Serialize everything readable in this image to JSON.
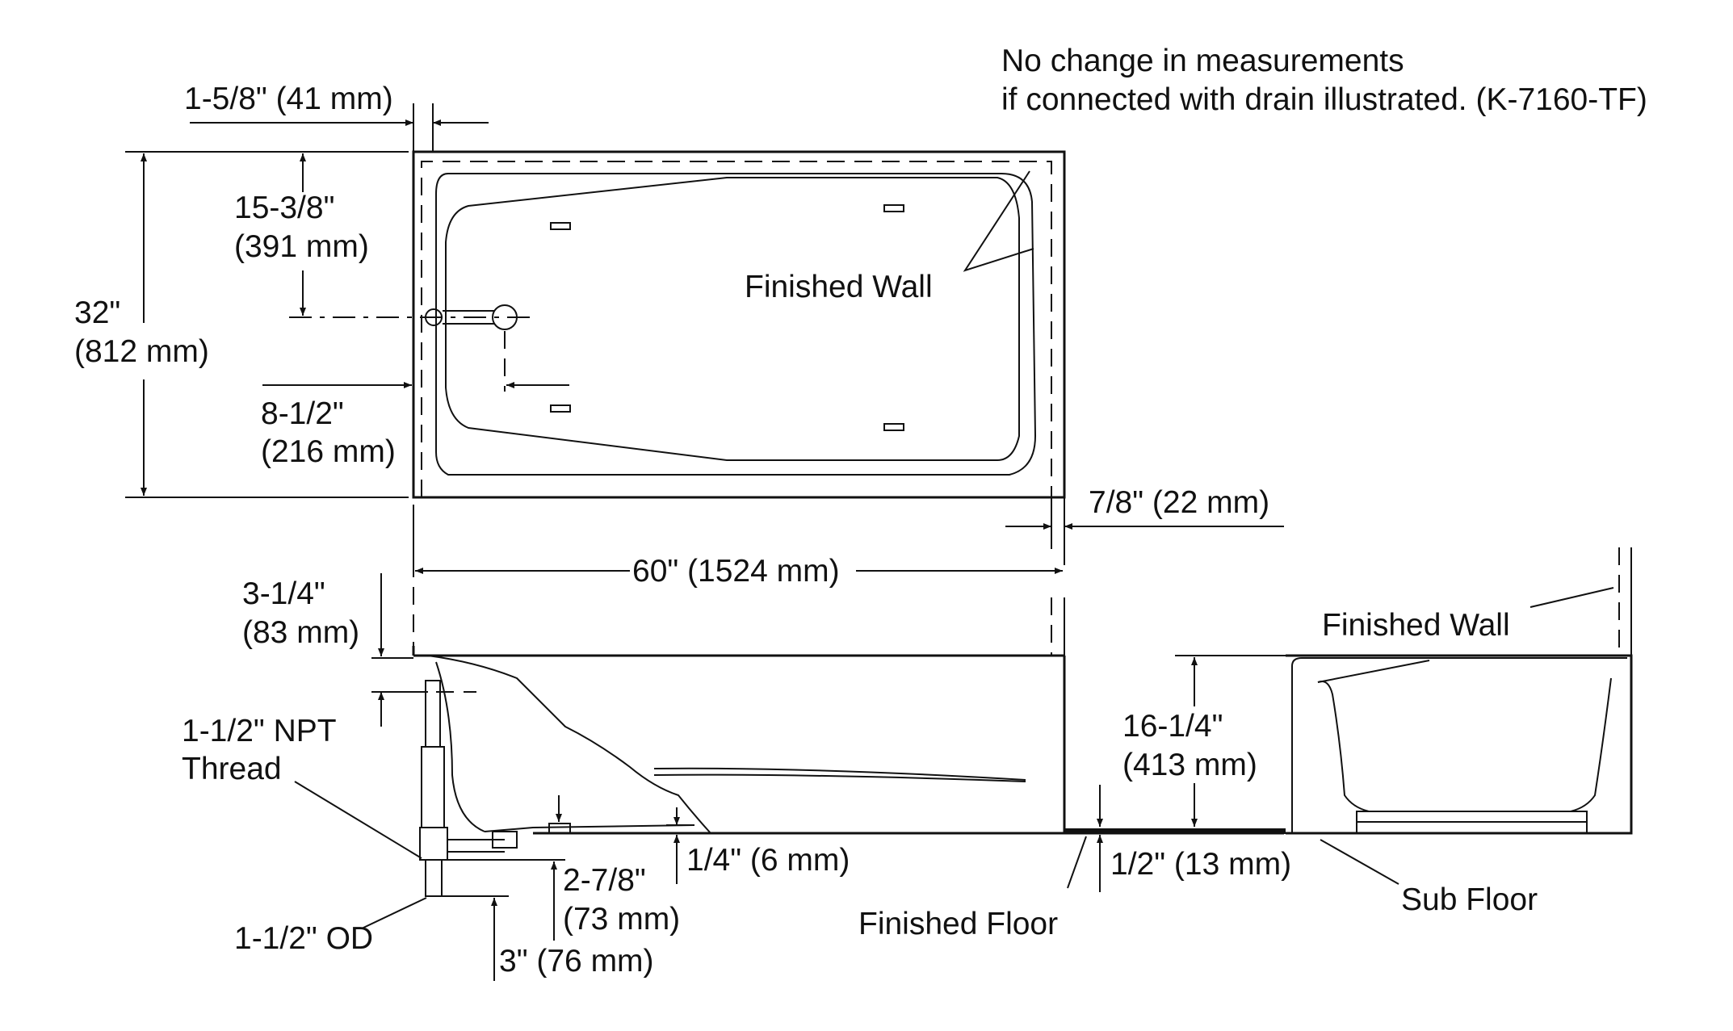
{
  "notes": {
    "measurement_line1": "No change in measurements",
    "measurement_line2": "if connected with drain illustrated. (K-7160-TF)"
  },
  "plan_view": {
    "flange_dim": "1-5/8\" (41 mm)",
    "drain_offset_line1": "15-3/8\"",
    "drain_offset_line2": "(391 mm)",
    "depth_line1": "32\"",
    "depth_line2": "(812 mm)",
    "drain_side_line1": "8-1/2\"",
    "drain_side_line2": "(216 mm)",
    "finished_wall": "Finished Wall",
    "wall_gap_dim": "7/8\" (22 mm)",
    "length_dim": "60\" (1524 mm)"
  },
  "front_view": {
    "rim_line1": "3-1/4\"",
    "rim_line2": "(83 mm)",
    "npt_line1": "1-1/2\" NPT",
    "npt_line2": "Thread",
    "od_label": "1-1/2\" OD",
    "drain_height_line1": "2-7/8\"",
    "drain_height_line2": "(73 mm)",
    "outlet_dim": "3\" (76 mm)",
    "floor_clearance": "1/4\" (6 mm)",
    "finished_floor": "Finished Floor"
  },
  "side_view": {
    "finished_wall": "Finished Wall",
    "height_line1": "16-1/4\"",
    "height_line2": "(413 mm)",
    "floor_dim": "1/2\" (13 mm)",
    "sub_floor": "Sub Floor"
  }
}
